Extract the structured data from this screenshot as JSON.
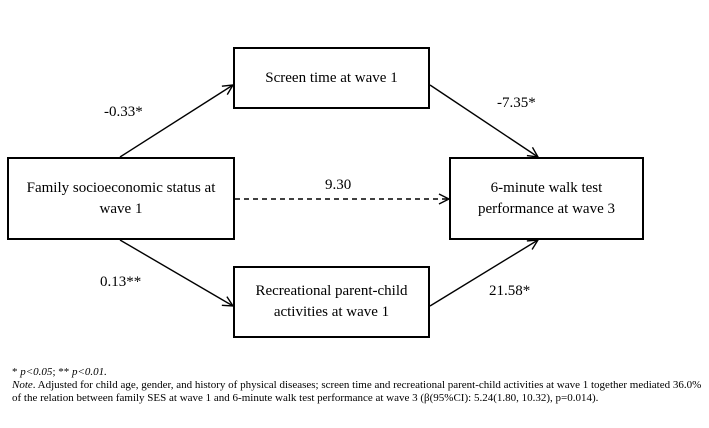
{
  "boxes": {
    "screen_time": "Screen time at wave 1",
    "family_ses": "Family socioeconomic status at wave 1",
    "walk_test": "6-minute walk test performance at wave 3",
    "recreational": "Recreational parent-child activities at wave 1"
  },
  "coefficients": {
    "ses_to_screen": "-0.33*",
    "screen_to_walk": "-7.35*",
    "ses_to_walk_direct": "9.30",
    "ses_to_recreational": "0.13**",
    "recreational_to_walk": "21.58*"
  },
  "notes": {
    "significance_1": "p<0.05",
    "significance_sep": "; ** ",
    "significance_2": "p<0.01.",
    "note_label": "Note",
    "note_text": ". Adjusted for child age, gender, and history of physical diseases; screen time and recreational parent-child activities at wave 1 together mediated 36.0% of the relation between family SES at wave 1 and 6-minute walk test performance at wave 3 (β(95%CI): 5.24(1.80, 10.32), p=0.014)."
  },
  "colors": {
    "line": "#000000",
    "background": "#ffffff"
  }
}
